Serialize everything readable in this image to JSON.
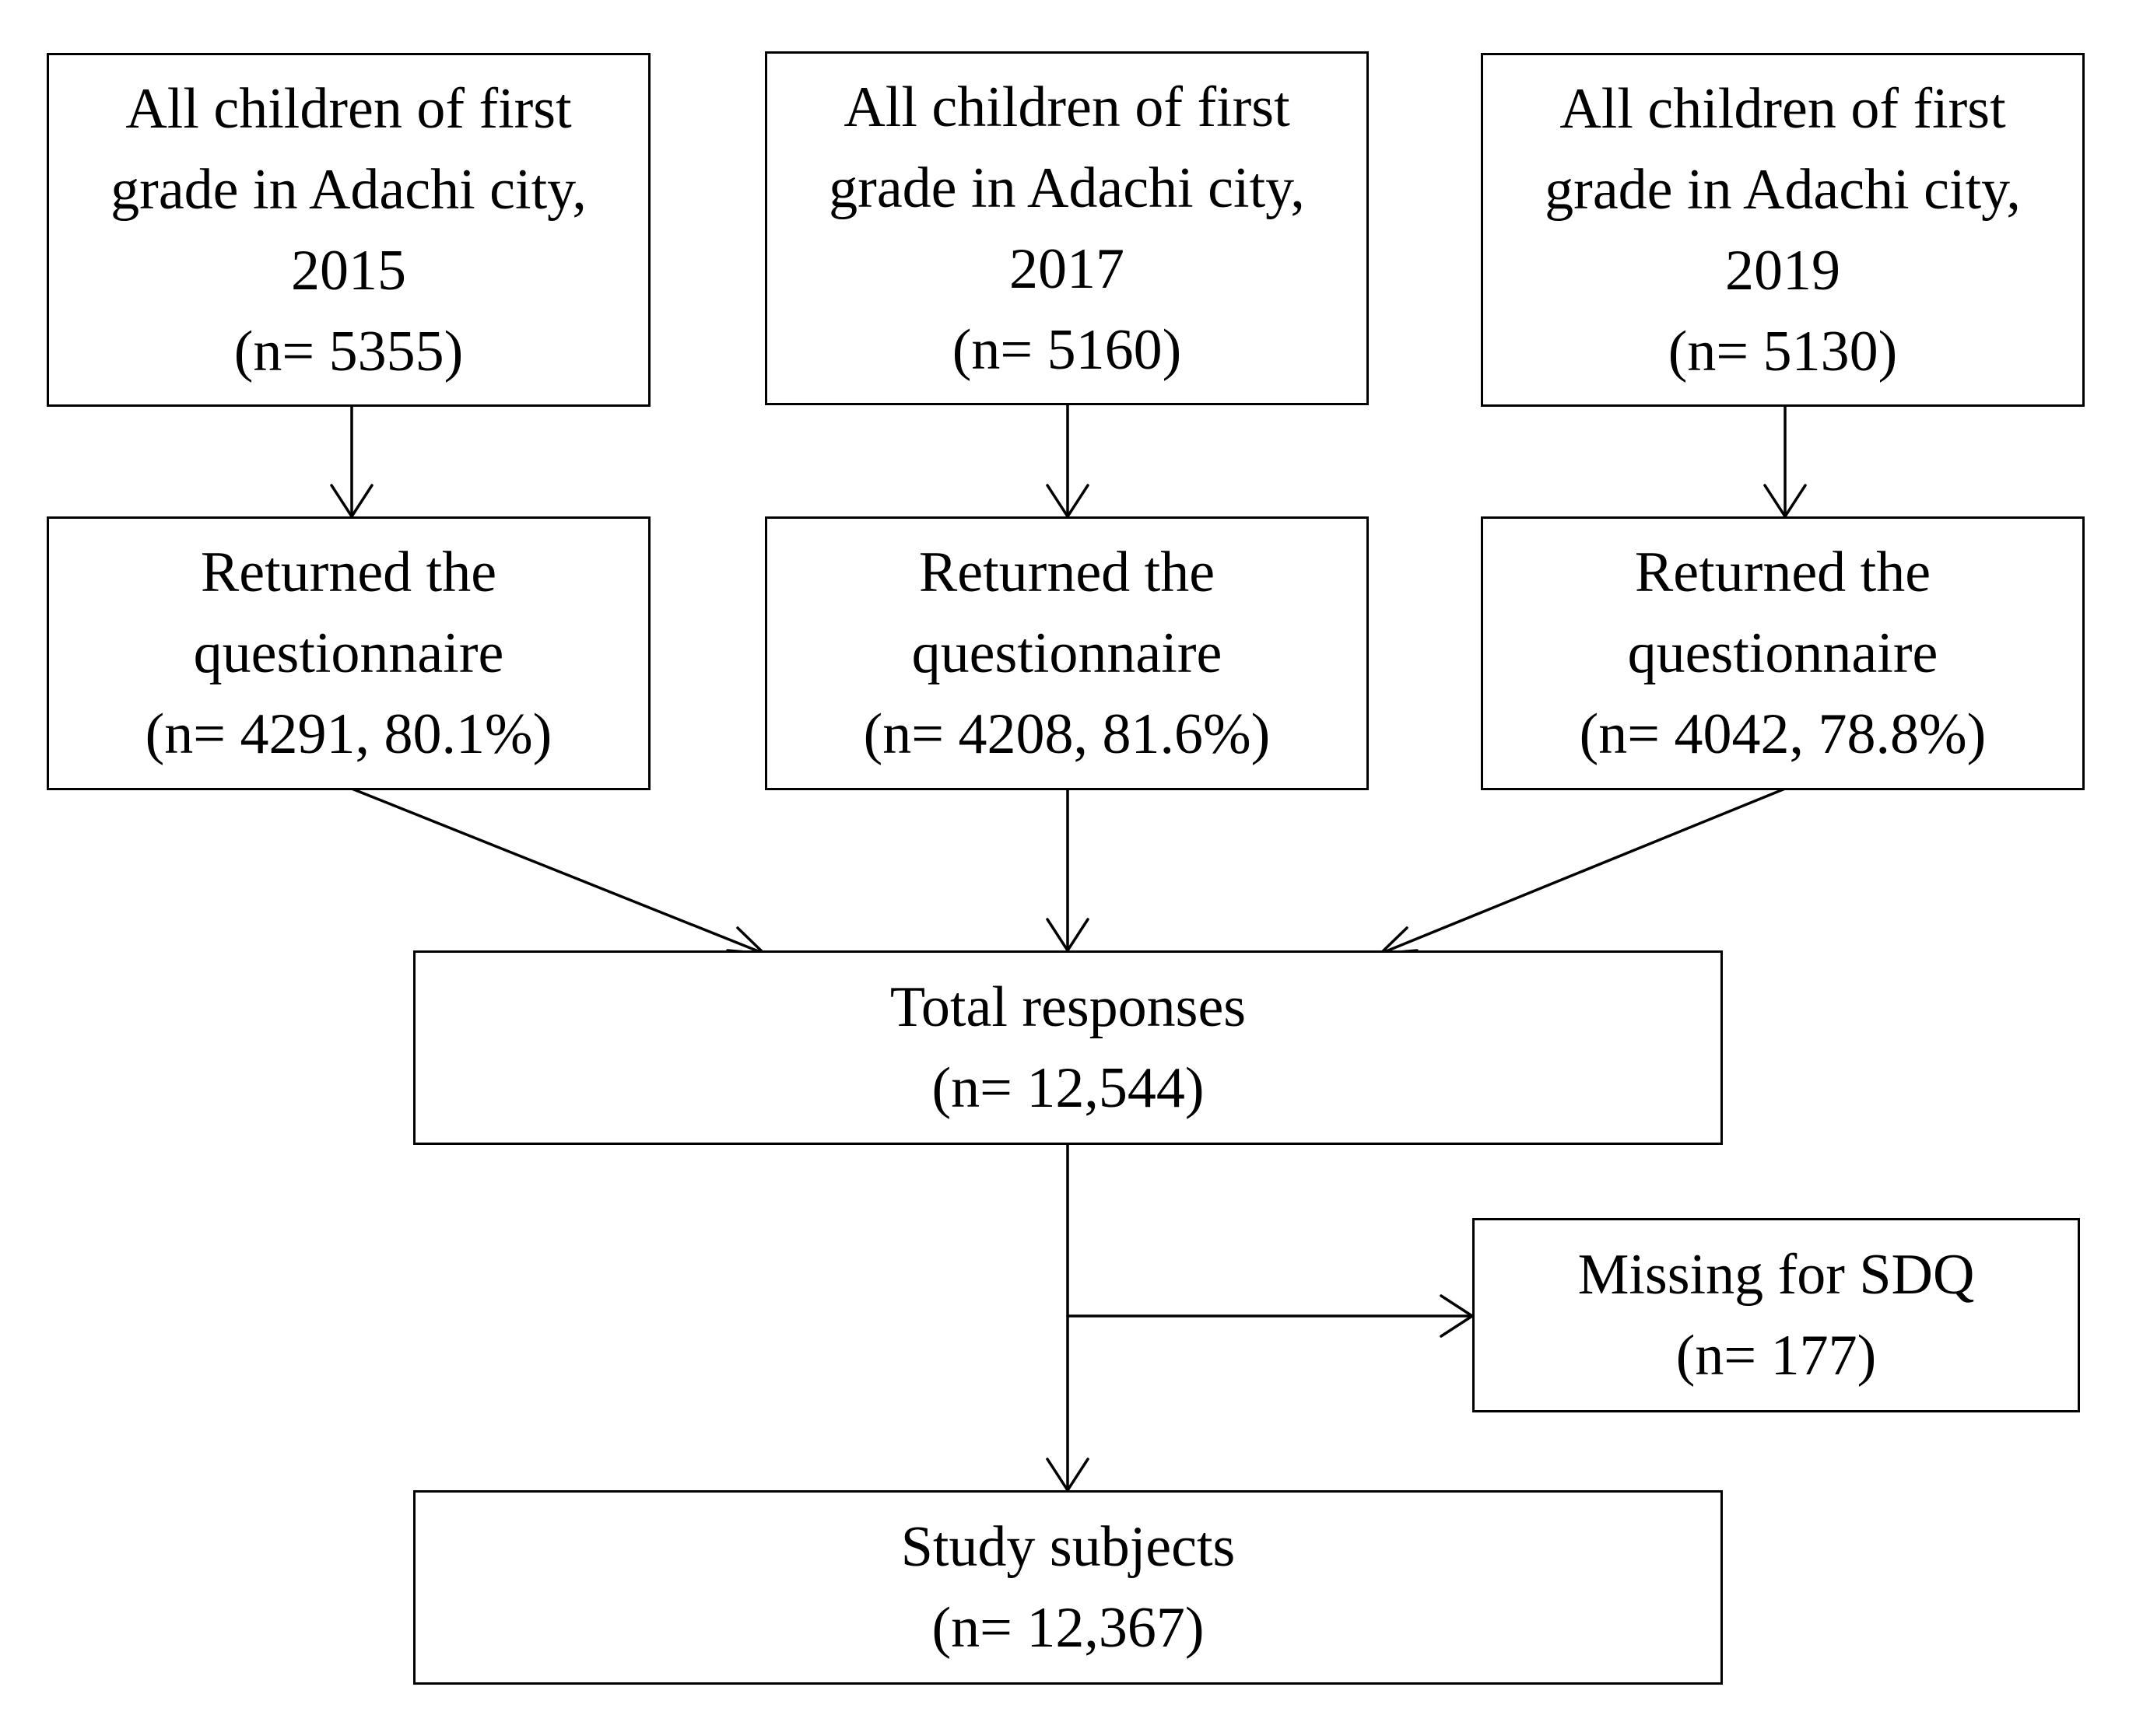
{
  "diagram": {
    "population_boxes": [
      {
        "line1": "All children of first",
        "line2": "grade in Adachi city,",
        "year": "2015",
        "count": "(n= 5355)"
      },
      {
        "line1": "All children of first",
        "line2": "grade in Adachi city,",
        "year": "2017",
        "count": "(n= 5160)"
      },
      {
        "line1": "All children of first",
        "line2": "grade in Adachi city,",
        "year": "2019",
        "count": "(n= 5130)"
      }
    ],
    "returned_boxes": [
      {
        "line1": "Returned the",
        "line2": "questionnaire",
        "count": "(n= 4291, 80.1%)"
      },
      {
        "line1": "Returned the",
        "line2": "questionnaire",
        "count": "(n= 4208, 81.6%)"
      },
      {
        "line1": "Returned the",
        "line2": "questionnaire",
        "count": "(n= 4042, 78.8%)"
      }
    ],
    "total": {
      "label": "Total responses",
      "count": "(n= 12,544)"
    },
    "excluded": {
      "label": "Missing for SDQ",
      "count": "(n= 177)"
    },
    "final": {
      "label": "Study subjects",
      "count": "(n= 12,367)"
    }
  },
  "colors": {
    "stroke": "#000000",
    "background": "#ffffff"
  }
}
